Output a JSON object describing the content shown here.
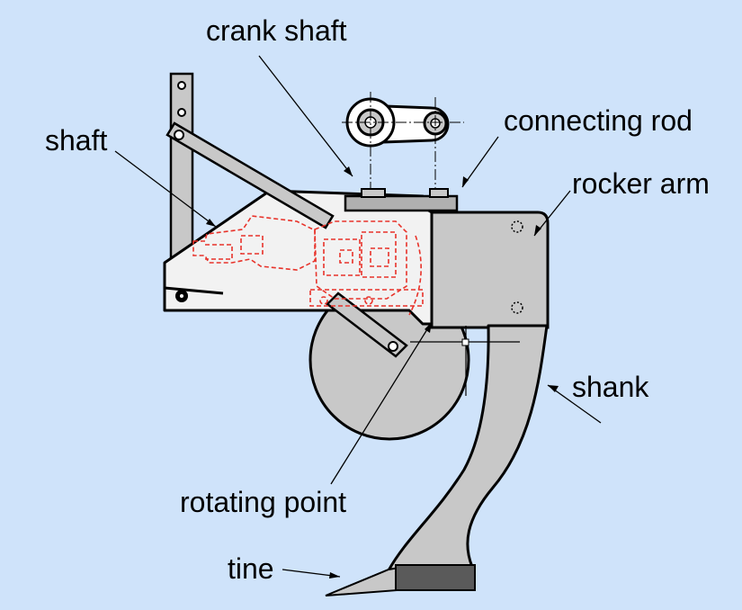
{
  "labels": {
    "crank_shaft": "crank shaft",
    "connecting_rod": "connecting rod",
    "shaft": "shaft",
    "rocker_arm": "rocker arm",
    "shank": "shank",
    "rotating_point": "rotating point",
    "tine": "tine"
  },
  "colors": {
    "background": "#cfe3fa",
    "frame_fill": "#f2f2f2",
    "part_fill": "#c8c8c8",
    "outline": "#000000",
    "hidden_parts": "#e8332a",
    "tine_fill": "#5a5a5a"
  }
}
